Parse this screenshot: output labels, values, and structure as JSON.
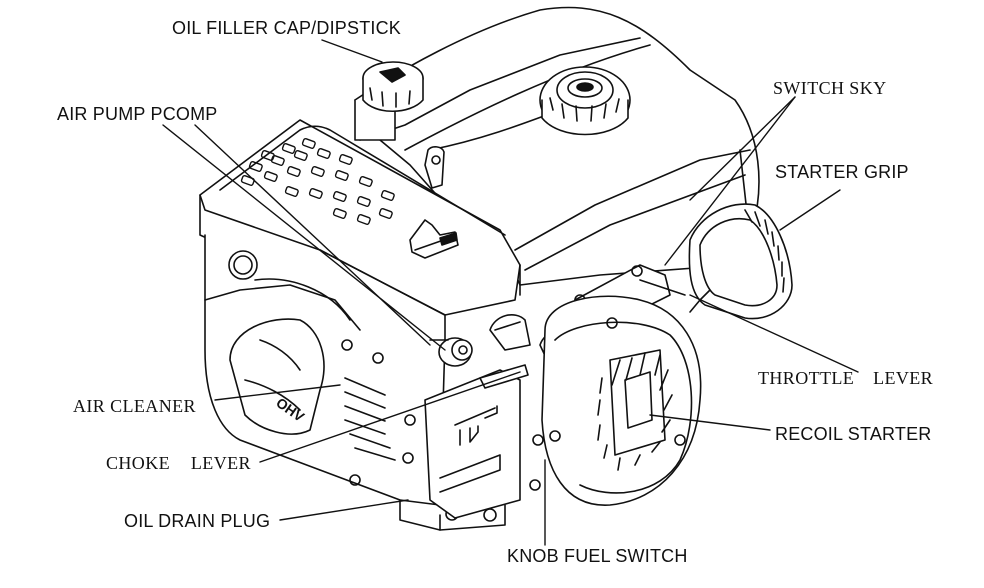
{
  "diagram": {
    "labels": {
      "oil_filler": "OIL FILLER CAP/DIPSTICK",
      "air_pump": "AIR PUMP PCOMP",
      "switch_sky": "SWITCH SKY",
      "starter_grip": "STARTER GRIP",
      "throttle_lever": "THROTTLE LEVER",
      "air_cleaner": "AIR CLEANER",
      "choke_lever": "CHOKE LEVER",
      "recoil_starter": "RECOIL STARTER",
      "oil_drain_plug": "OIL DRAIN PLUG",
      "knob_fuel_switch": "KNOB FUEL SWITCH"
    },
    "engine_marks": {
      "ohv": "OHV"
    },
    "line_color": "#111111",
    "background": "#ffffff"
  }
}
